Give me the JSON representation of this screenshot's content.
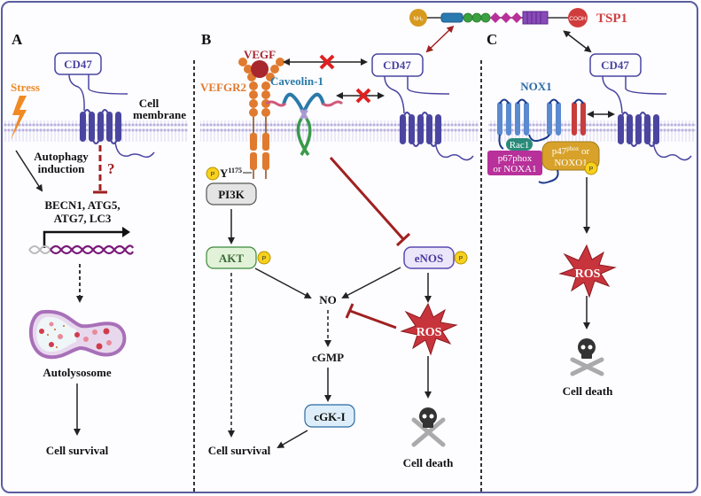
{
  "panels": {
    "a": {
      "letter": "A",
      "receptor": "CD47",
      "stress": "Stress",
      "membrane_line1": "Cell",
      "membrane_line2": "membrane",
      "autophagy_line1": "Autophagy",
      "autophagy_line2": "induction",
      "question": "?",
      "genes_line1": "BECN1, ATG5,",
      "genes_line2": "ATG7, LC3",
      "autolysosome": "Autolysosome",
      "outcome": "Cell survival"
    },
    "b": {
      "letter": "B",
      "vegf": "VEGF",
      "vegfr2": "VEFGR2",
      "caveolin": "Caveolin-1",
      "receptor": "CD47",
      "phospho_site": "Y",
      "phospho_site_sup": "1175",
      "pi3k": "PI3K",
      "akt": "AKT",
      "enos": "eNOS",
      "no": "NO",
      "ros": "ROS",
      "cgmp": "cGMP",
      "cgki": "cGK-I",
      "survival": "Cell survival",
      "death": "Cell death",
      "phospho": "P"
    },
    "c": {
      "letter": "C",
      "receptor": "CD47",
      "nox1": "NOX1",
      "rac1": "Rac1",
      "p67_line1": "p67phox",
      "p67_line2": "or NOXA1",
      "p47_line1": "p47",
      "p47_sup": "phox",
      "p47_line1_end": " or",
      "p47_line2": "NOXO1",
      "ros": "ROS",
      "death": "Cell death",
      "phospho": "P"
    }
  },
  "tsp1": {
    "label": "TSP1",
    "n_term": "NH₂",
    "c_term": "COOH"
  },
  "colors": {
    "border": "#5a5ea0",
    "cd47": "#4a46a0",
    "stress": "#f08a24",
    "inhibit": "#a02020",
    "vegf": "#a8262e",
    "vegfr2": "#e07a2e",
    "caveolin": "#2a7aa8",
    "nox1": "#2a6aa8",
    "ros": "#c8343c",
    "tsp1": "#d04040"
  }
}
